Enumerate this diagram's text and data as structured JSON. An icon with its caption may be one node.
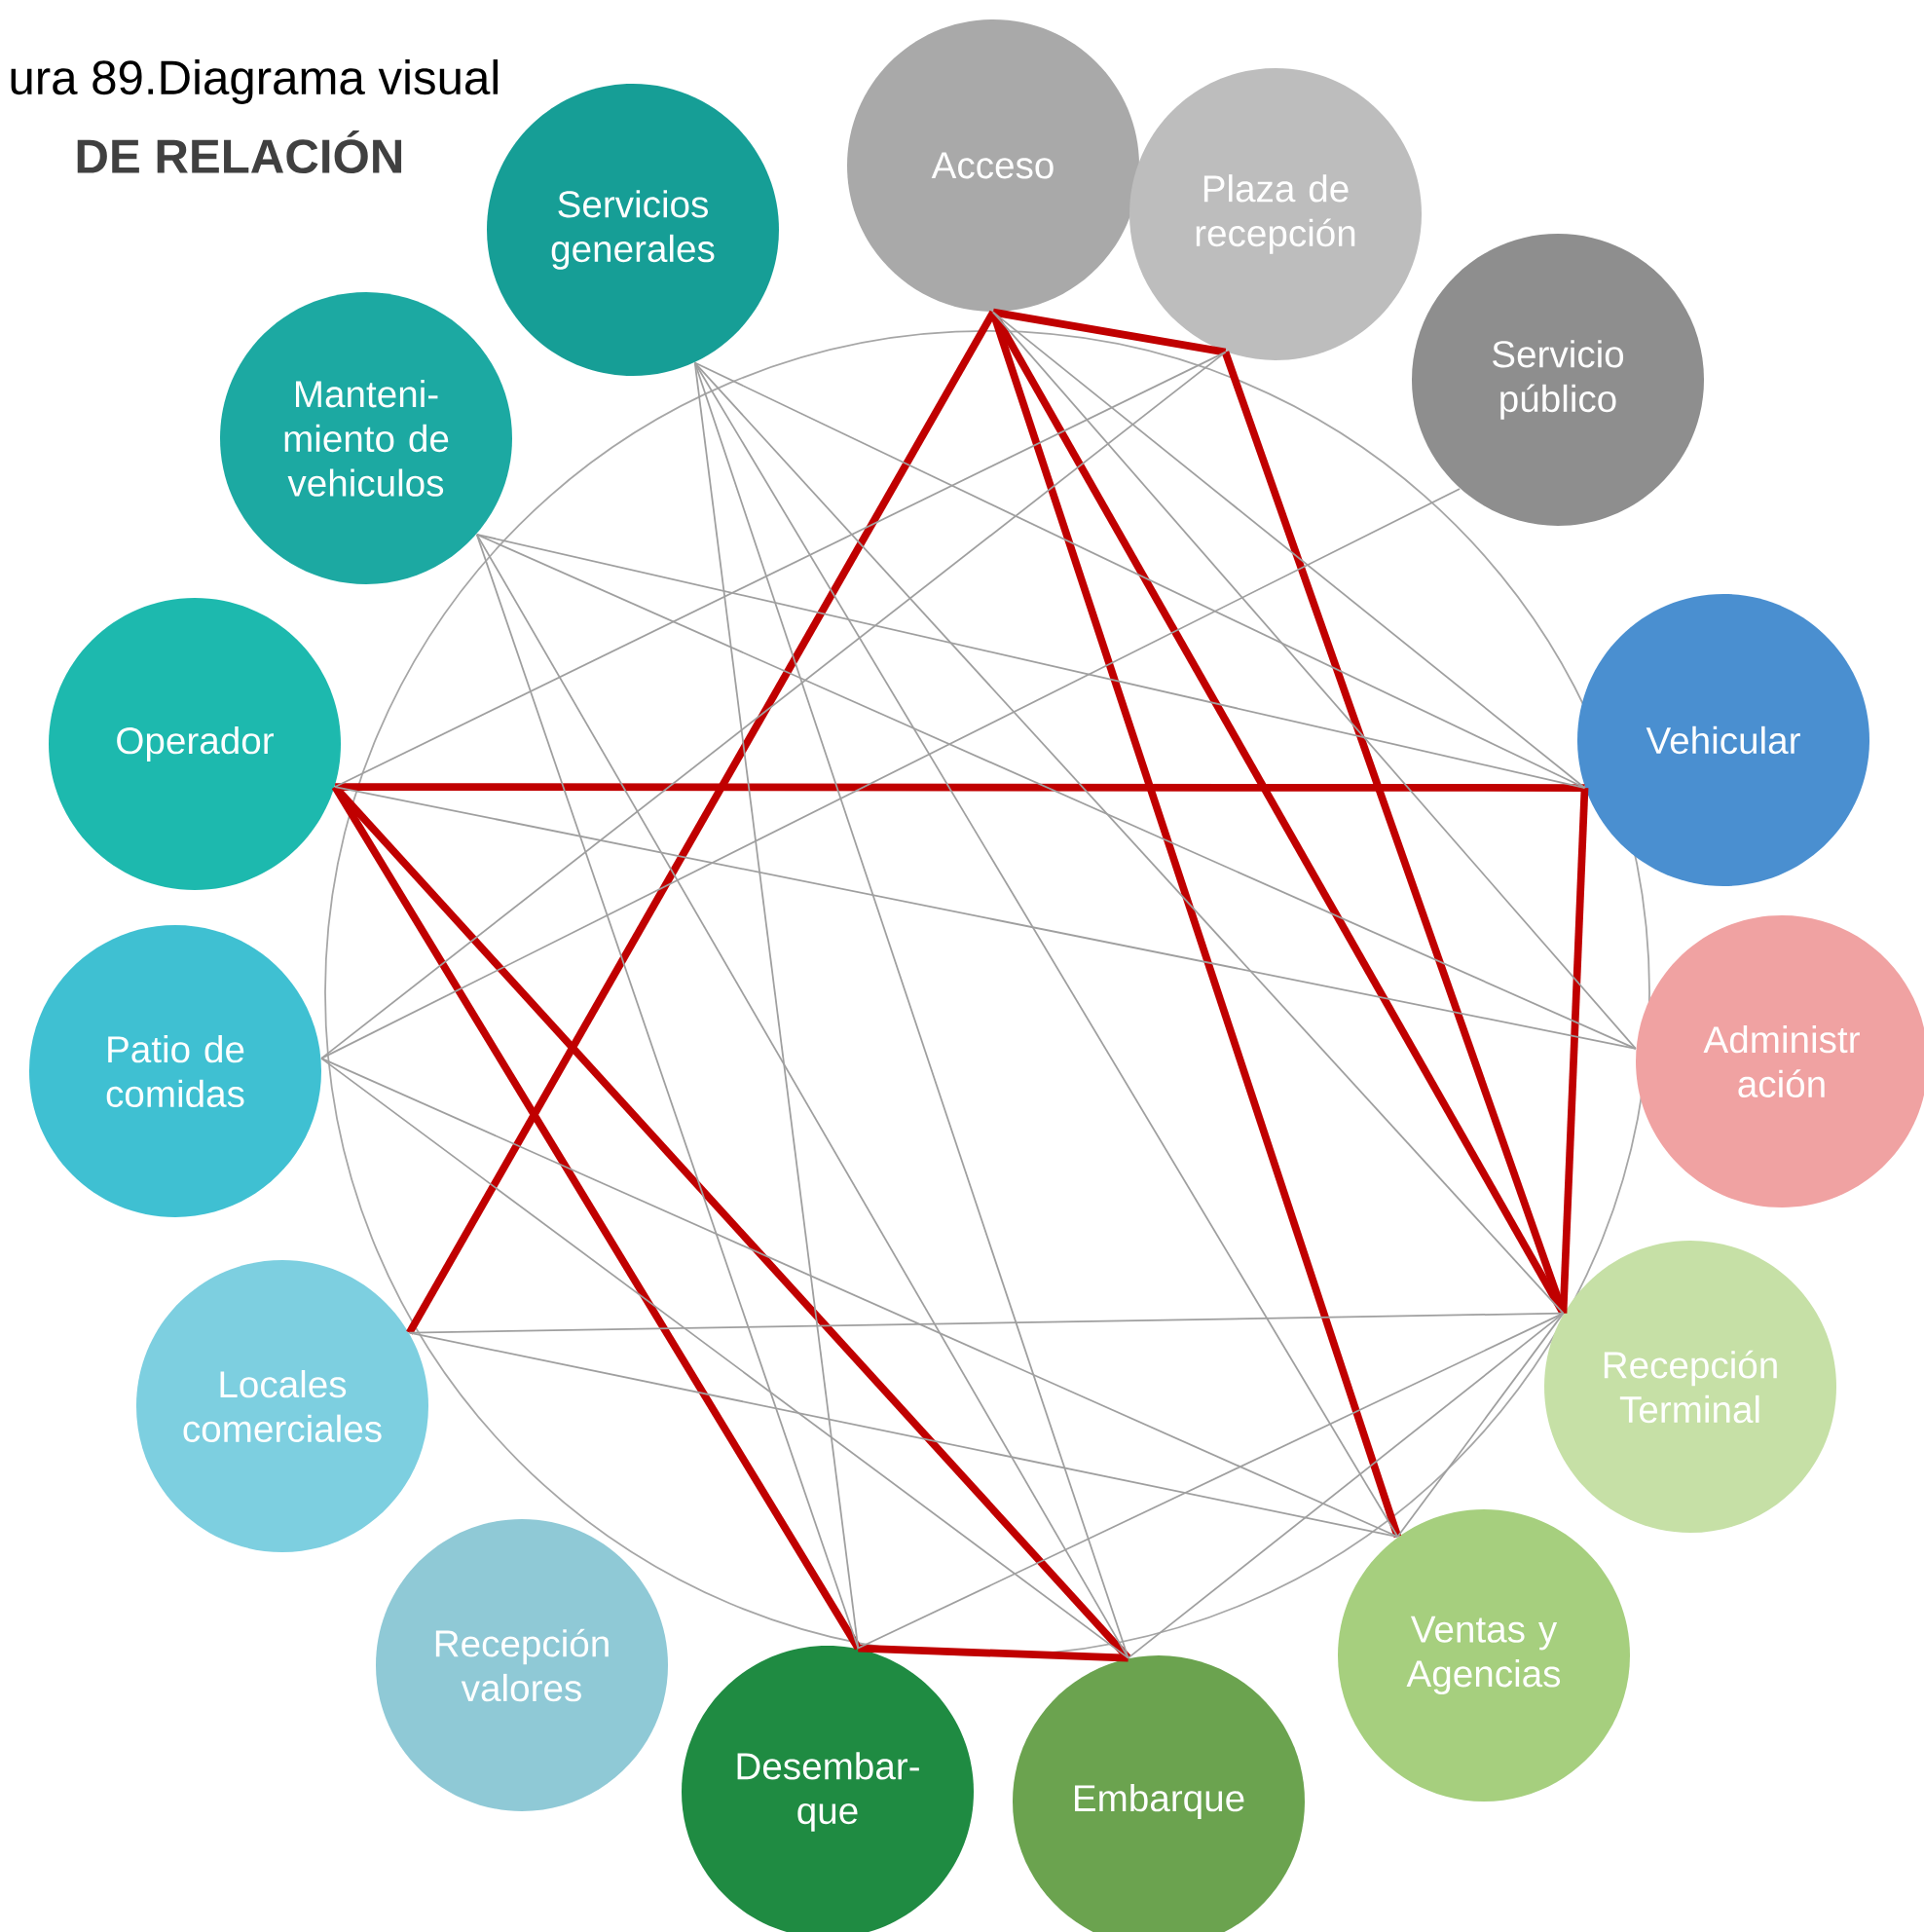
{
  "diagram": {
    "title": "ura 89.Diagrama visual",
    "nodes": [
      {
        "text": [
          "Acceso"
        ]
      },
      {
        "text": [
          "Plaza de recepción"
        ]
      },
      {
        "text": [
          "Servicio público"
        ]
      },
      {
        "text": [
          "Vehicular"
        ]
      },
      {
        "text": [
          "Administr ación"
        ]
      },
      {
        "text": [
          "Recepción Terminal"
        ]
      },
      {
        "text": [
          "Ventas y Agencias"
        ]
      },
      {
        "text": [
          "Embarque"
        ]
      },
      {
        "text": [
          "Desembar- que"
        ]
      },
      {
        "text": [
          "Recepción valores"
        ]
      },
      {
        "text": [
          "Locales comerciales"
        ]
      },
      {
        "text": [
          "Patio de comidas"
        ]
      },
      {
        "text": [
          "Operador"
        ]
      },
      {
        "text": [
          "Manteni- miento de vehiculos"
        ]
      },
      {
        "text": [
          "Servicios generales"
        ]
      }
    ],
    "edges": [
      {
        "from": 0,
        "to": 1,
        "arrow": "none",
        "style": "thick",
        "color": "#c00000"
      },
      {
        "from": 0,
        "to": 10,
        "arrow": "none",
        "style": "thick",
        "color": "#c00000"
      },
      {
        "from": 0,
        "to": 6,
        "arrow": "none",
        "style": "thick",
        "color": "#c00000"
      },
      {
        "from": 0,
        "to": 5,
        "arrow": "none",
        "style": "thick",
        "color": "#c00000"
      },
      {
        "from": 1,
        "to": 5,
        "arrow": "none",
        "style": "thick",
        "color": "#c00000"
      },
      {
        "from": 3,
        "to": 5,
        "arrow": "none",
        "style": "thick",
        "color": "#c00000"
      },
      {
        "from": 12,
        "to": 3,
        "arrow": "none",
        "style": "thick",
        "color": "#c00000"
      },
      {
        "from": 12,
        "to": 8,
        "arrow": "none",
        "style": "thick",
        "color": "#c00000"
      },
      {
        "from": 12,
        "to": 7,
        "arrow": "none",
        "style": "thick",
        "color": "#c00000"
      },
      {
        "from": 8,
        "to": 7,
        "arrow": "none",
        "style": "thick",
        "color": "#c00000"
      },
      {
        "from": 14,
        "to": 3,
        "arrow": "none"
      },
      {
        "from": 14,
        "to": 5,
        "arrow": "none"
      },
      {
        "from": 14,
        "to": 8,
        "arrow": "none"
      },
      {
        "from": 14,
        "to": 7,
        "arrow": "none"
      },
      {
        "from": 14,
        "to": 6,
        "arrow": "none"
      },
      {
        "from": 13,
        "to": 3,
        "arrow": "none"
      },
      {
        "from": 13,
        "to": 4,
        "arrow": "none"
      },
      {
        "from": 13,
        "to": 7,
        "arrow": "none"
      },
      {
        "from": 13,
        "to": 8,
        "arrow": "none"
      },
      {
        "from": 0,
        "to": 3,
        "arrow": "none"
      },
      {
        "from": 0,
        "to": 4,
        "arrow": "none"
      },
      {
        "from": 1,
        "to": 11,
        "arrow": "none"
      },
      {
        "from": 1,
        "to": 12,
        "arrow": "none"
      },
      {
        "from": 11,
        "to": 6,
        "arrow": "none"
      },
      {
        "from": 11,
        "to": 7,
        "arrow": "none"
      },
      {
        "from": 10,
        "to": 5,
        "arrow": "none"
      },
      {
        "from": 10,
        "to": 6,
        "arrow": "none"
      },
      {
        "from": 8,
        "to": 5,
        "arrow": "none"
      },
      {
        "from": 7,
        "to": 5,
        "arrow": "none"
      },
      {
        "from": 6,
        "to": 5,
        "arrow": "none"
      },
      {
        "from": 12,
        "to": 4,
        "arrow": "none"
      },
      {
        "from": 2,
        "to": 11,
        "arrow": "none"
      }
    ],
    "labels": [
      "DE RELACIÓN"
    ]
  }
}
